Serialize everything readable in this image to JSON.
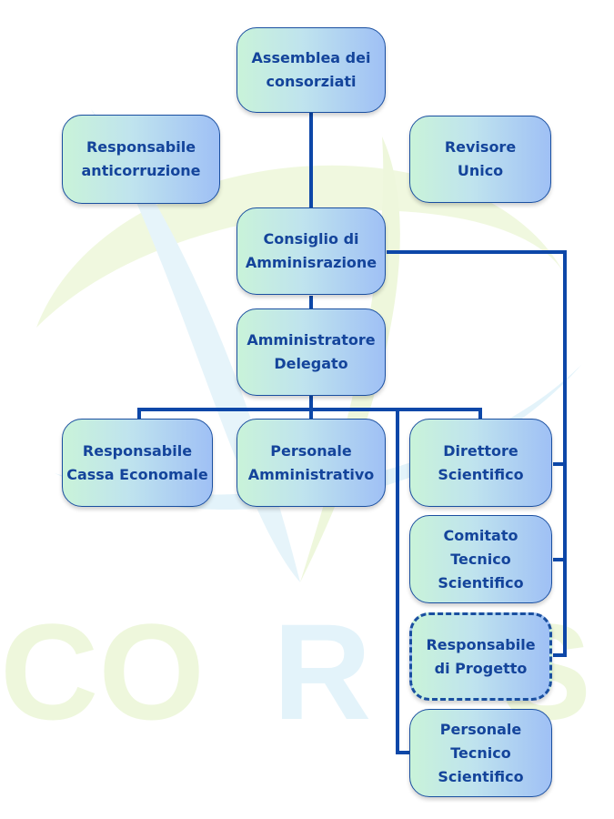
{
  "background_logo": {
    "text": "CORiS"
  },
  "nodes": {
    "assemblea": "Assemblea dei\nconsorziati",
    "anticorruzione": "Responsabile\nanticorruzione",
    "revisore": "Revisore\nUnico",
    "consiglio": "Consiglio di\nAmminisrazione",
    "amministratore": "Amministratore\nDelegato",
    "cassa": "Responsabile\nCassa Economale",
    "personale_amm": "Personale\nAmministrativo",
    "direttore": "Direttore\nScientifico",
    "comitato": "Comitato\nTecnico\nScientifico",
    "progetto": "Responsabile\ndi Progetto",
    "personale_tec": "Personale\nTecnico\nScientifico"
  },
  "colors": {
    "line": "#0d47a8",
    "text": "#14449b",
    "box_left": "#c9f3d9",
    "box_right": "#9fc0f5",
    "logo_green": "#eef7dc",
    "logo_blue": "#e3f3fa"
  }
}
